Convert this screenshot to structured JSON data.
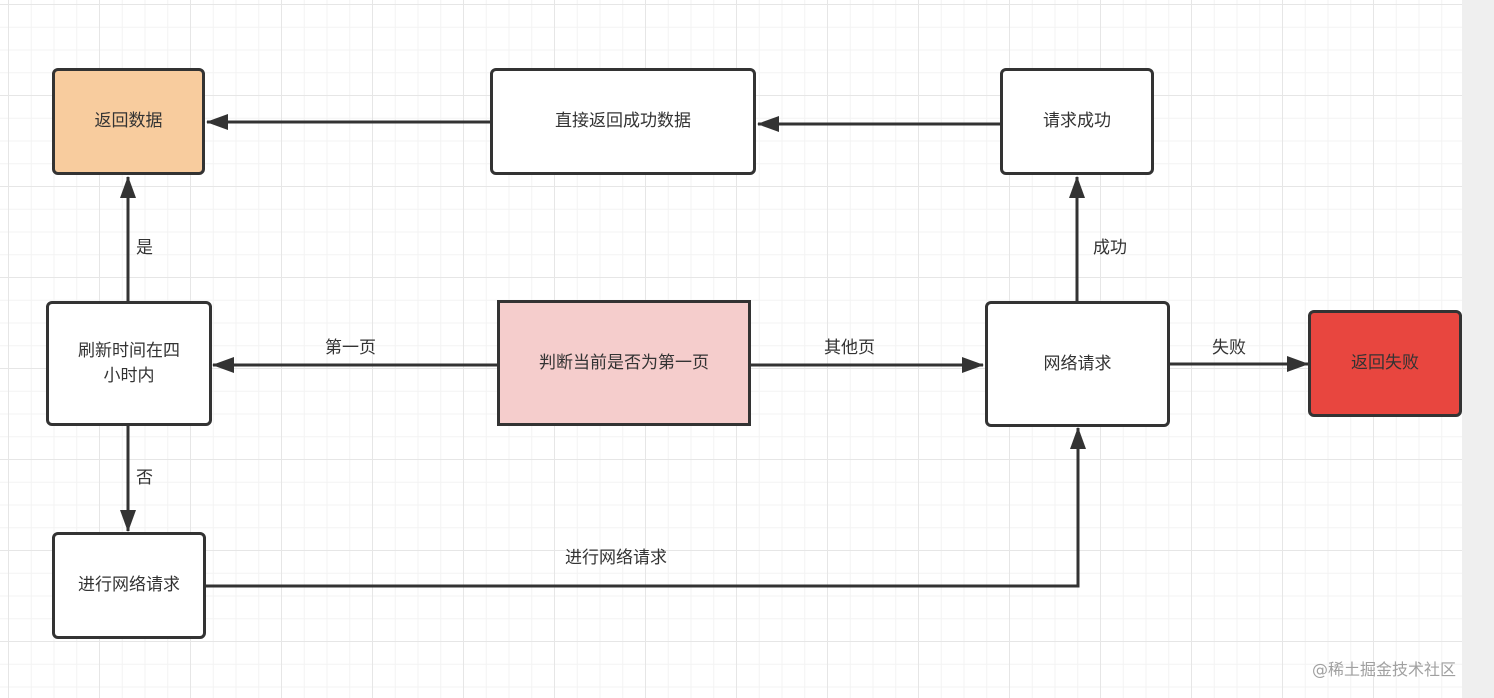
{
  "diagram": {
    "type": "flowchart",
    "nodes": {
      "return_data": {
        "text": "返回数据",
        "fill": "#F8CC9E"
      },
      "return_success_data": {
        "text": "直接返回成功数据",
        "fill": "#FFFFFF"
      },
      "request_success": {
        "text": "请求成功",
        "fill": "#FFFFFF"
      },
      "refresh_within_4h": {
        "text": "刷新时间在四小时内",
        "fill": "#FFFFFF"
      },
      "is_first_page": {
        "text": "判断当前是否为第一页",
        "fill": "#F5CDCC"
      },
      "network_request": {
        "text": "网络请求",
        "fill": "#FFFFFF"
      },
      "return_failure": {
        "text": "返回失败",
        "fill": "#E8463F"
      },
      "do_network_request": {
        "text": "进行网络请求",
        "fill": "#FFFFFF"
      }
    },
    "edges": [
      {
        "from": "is_first_page",
        "to": "refresh_within_4h",
        "label": "第一页"
      },
      {
        "from": "is_first_page",
        "to": "network_request",
        "label": "其他页"
      },
      {
        "from": "refresh_within_4h",
        "to": "return_data",
        "label": "是"
      },
      {
        "from": "refresh_within_4h",
        "to": "do_network_request",
        "label": "否"
      },
      {
        "from": "do_network_request",
        "to": "network_request",
        "label": "进行网络请求"
      },
      {
        "from": "network_request",
        "to": "request_success",
        "label": "成功"
      },
      {
        "from": "network_request",
        "to": "return_failure",
        "label": "失败"
      },
      {
        "from": "request_success",
        "to": "return_success_data",
        "label": ""
      },
      {
        "from": "return_success_data",
        "to": "return_data",
        "label": ""
      }
    ],
    "colors": {
      "stroke": "#333333",
      "text": "#333333",
      "grid": "#E6E6E6"
    }
  },
  "watermark": "@稀土掘金技术社区"
}
